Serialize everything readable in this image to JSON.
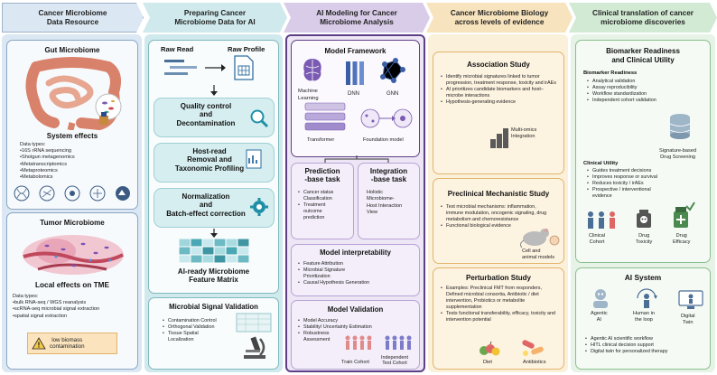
{
  "columns": {
    "c1": {
      "title": "Cancer Microbiome\nData Resource"
    },
    "c2": {
      "title": "Preparing Cancer\nMicrobiome Data for AI"
    },
    "c3": {
      "title": "AI Modeling for Cancer\nMicrobiome Analysis"
    },
    "c4": {
      "title": "Cancer Microbiome Biology\nacross levels of evidence"
    },
    "c5": {
      "title": "Clinical translation of cancer\nmicrobiome discoveries"
    }
  },
  "gut": {
    "title": "Gut Microbiome",
    "subtitle": "System effects",
    "dt_label": "Data types:",
    "items": [
      "•16S rRNA sequencing",
      "•Shotgun metagenomics",
      "•Metatranscriptomics",
      "•Metaproteomics",
      "•Metabolomics"
    ]
  },
  "tumor": {
    "title": "Tumor Microbiome",
    "subtitle": "Local effects on TME",
    "dt_label": "Data types:",
    "items": [
      "•bulk RNA-seq / WGS reanalysis",
      "•scRNA-seq microbial signal extraction",
      "•spatial signal extraction"
    ],
    "warning": "low biomass\ncontamination"
  },
  "prep": {
    "raw_read": "Raw Read",
    "raw_profile": "Raw Profile",
    "step1": "Quality control\nand\nDecontamination",
    "step2": "Host-read\nRemoval and\nTaxonomic Profiling",
    "step3": "Normalization\nand\nBatch-effect correction",
    "matrix": "AI-ready Microbiome\nFeature Matrix",
    "validation_title": "Microbial Signal Validation",
    "validation_items": [
      "Contamination Control",
      "Orthogonal Validation",
      "Tissue Spatial\nLocalization"
    ]
  },
  "model": {
    "framework_title": "Model Framework",
    "ml": "Machine\nLearning",
    "dnn": "DNN",
    "gnn": "GNN",
    "transformer": "Transformer",
    "foundation": "Foundation model",
    "prediction_title": "Prediction\n-base task",
    "prediction_items": [
      "Cancer status\nClassification",
      "Treatment\noutcome\nprediction"
    ],
    "integration_title": "Integration\n-base task",
    "integration_text": "Holistic\nMicrobiome-\nHost Interaction\nView",
    "interp_title": "Model interpretability",
    "interp_items": [
      "Feature Attribution",
      "Microbial Signature\nPrioritization",
      "Causal Hypothesis Generation"
    ],
    "valid_title": "Model Validation",
    "valid_items": [
      "Model Accuracy",
      "Stability/ Uncertainty Estimation",
      "Robustness\nAssessment"
    ],
    "train_cohort": "Train Cohort",
    "test_cohort": "Independent\nTest Cohort"
  },
  "biology": {
    "assoc_title": "Association Study",
    "assoc_items": [
      "Identify microbial signatures linked to tumor progression, treatment response, toxicity and irAEs",
      "AI prioritizes candidate biomarkers and host–microbe interactions",
      "Hypothesis-generating evidence"
    ],
    "multiomics": "Multi-omics\nIntegration",
    "preclin_title": "Preclinical Mechanistic Study",
    "preclin_items": [
      "Test microbial mechanisms: inflammation, immune modulation, oncogenic signaling, drug metabolism and chemoresistance",
      "Functional biological evidence"
    ],
    "cell_models": "Cell and\nanimal models",
    "perturb_title": "Perturbation Study",
    "perturb_items": [
      "Examples: Preclinical FMT from responders, Defined microbial consortia, Antibiotic / diet intervention, Probiotics or metabolite supplementation",
      "Tests functional transferability, efficacy, toxicity and intervention potential"
    ],
    "diet": "Diet",
    "antibiotics": "Antibiotics"
  },
  "clinical": {
    "biomarker_title": "Biomarker Readiness\nand Clinical Utility",
    "readiness_label": "Biomarker Readiness",
    "readiness_items": [
      "Analytical validation",
      "Assay reproducibility",
      "Workflow standardization",
      "Independent cohort validation"
    ],
    "screening": "Signature-based\nDrug Screening",
    "utility_label": "Clinical Utility",
    "utility_items": [
      "Guides treatment decisions",
      "Improves response or survival",
      "Reduces toxicity / irAEs",
      "Prospective / interventional\nevidence"
    ],
    "clinical_cohort": "Clinical\nCohort",
    "drug_toxicity": "Drug\nToxicity",
    "drug_efficacy": "Drug\nEfficacy",
    "ai_title": "AI System",
    "agentic": "Agentic\nAI",
    "human_loop": "Human in\nthe loop",
    "digital_twin": "Digital\nTwin",
    "ai_items": [
      "Agentic AI scientific workflow",
      "HITL clinical decision support",
      "Digital twin for personalized therapy"
    ]
  },
  "colors": {
    "c1": "#dbe7f2",
    "c2": "#cfe9ec",
    "c3": "#ddd3ec",
    "c4": "#f7e6c6",
    "c5": "#d5ecd7",
    "c1_border": "#6f8cae",
    "c2_border": "#7fb9be",
    "c3_border": "#5e3f86",
    "c4_border": "#e2b46b",
    "c5_border": "#8bbf8f"
  }
}
